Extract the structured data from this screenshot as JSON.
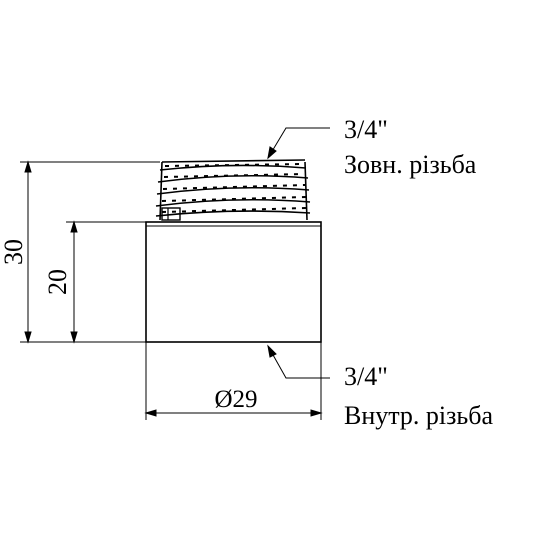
{
  "dimensions": {
    "total_height": "30",
    "body_height": "20",
    "diameter": "Ø29"
  },
  "callouts": {
    "external": {
      "size": "3/4\"",
      "label": "Зовн. різьба"
    },
    "internal": {
      "size": "3/4\"",
      "label": "Внутр. різьба"
    }
  },
  "colors": {
    "line": "#000000",
    "background": "#ffffff"
  }
}
